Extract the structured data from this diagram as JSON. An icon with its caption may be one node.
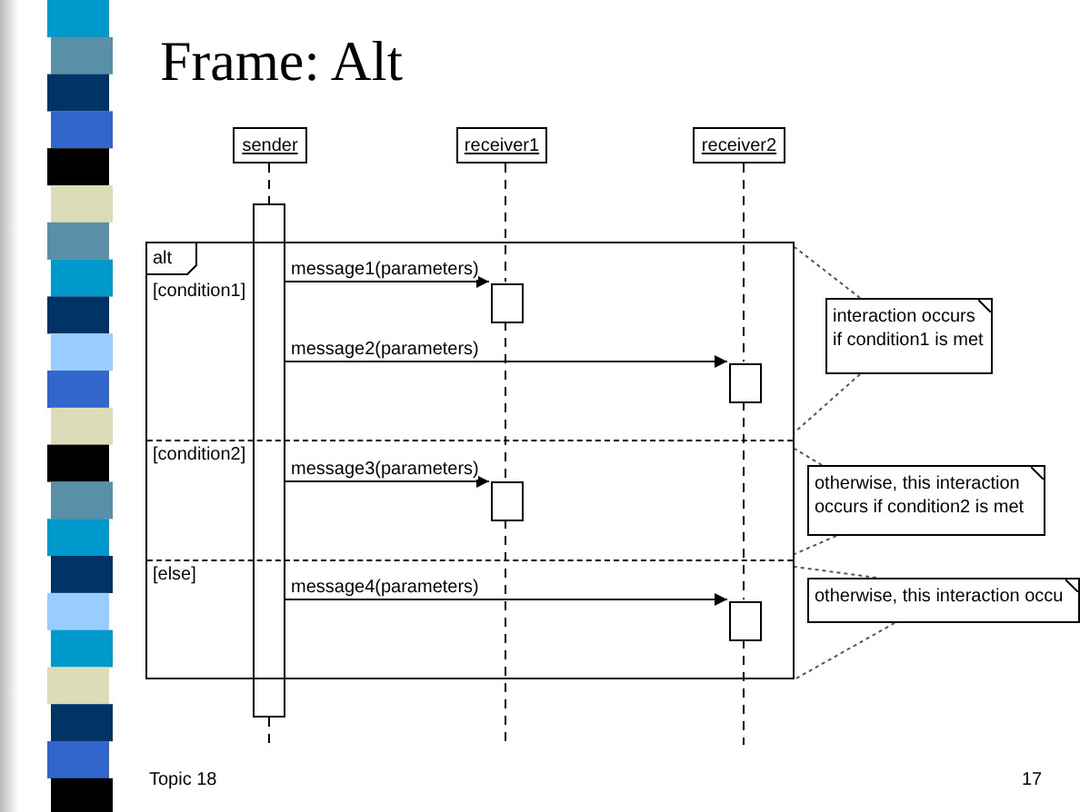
{
  "diagram": {
    "title": "Frame: Alt",
    "nodes": [
      {
        "text": [
          "sender"
        ]
      },
      {
        "text": [
          "receiver1"
        ]
      },
      {
        "text": [
          "receiver2"
        ]
      },
      {
        "text": [],
        "shape": "box"
      },
      {
        "text": [
          "alt",
          "[condition1]",
          "[condition2]",
          "[else]"
        ]
      },
      {
        "text": [],
        "shape": "box",
        "in": 4
      },
      {
        "text": [],
        "shape": "box",
        "in": 4
      },
      {
        "text": [],
        "shape": "box",
        "in": 4
      },
      {
        "text": [],
        "shape": "box",
        "in": 4
      },
      {
        "text": [
          "interaction occurs if condition1 is met"
        ]
      },
      {
        "text": [
          "otherwise, this interaction occurs if condition2 is met"
        ]
      },
      {
        "text": [
          "otherwise, this interaction occu"
        ]
      }
    ],
    "edges": [
      {
        "from": 0,
        "to": 3,
        "arrow": "none",
        "style": "dashed"
      },
      {
        "from": 3,
        "to": null,
        "arrow": "none",
        "style": "dashed"
      },
      {
        "from": 1,
        "to": 5,
        "arrow": "none",
        "style": "dashed"
      },
      {
        "from": 5,
        "to": 7,
        "arrow": "none",
        "style": "dashed"
      },
      {
        "from": 7,
        "to": null,
        "arrow": "none",
        "style": "dashed"
      },
      {
        "from": 2,
        "to": 6,
        "arrow": "none",
        "style": "dashed"
      },
      {
        "from": 6,
        "to": 8,
        "arrow": "none",
        "style": "dashed"
      },
      {
        "from": 8,
        "to": null,
        "arrow": "none",
        "style": "dashed"
      },
      {
        "from": 3,
        "to": 5,
        "arrow": "to",
        "label": "message1(parameters)"
      },
      {
        "from": 3,
        "to": 6,
        "arrow": "to",
        "label": "message2(parameters)"
      },
      {
        "from": 3,
        "to": 7,
        "arrow": "to",
        "label": "message3(parameters)"
      },
      {
        "from": 3,
        "to": 8,
        "arrow": "to",
        "label": "message4(parameters)"
      },
      {
        "from": 9,
        "to": 4,
        "arrow": "none",
        "style": "dashed",
        "color": "#555555"
      },
      {
        "from": 9,
        "to": 4,
        "arrow": "none",
        "style": "dashed",
        "color": "#555555"
      },
      {
        "from": 10,
        "to": 4,
        "arrow": "none",
        "style": "dashed",
        "color": "#555555"
      },
      {
        "from": 10,
        "to": 4,
        "arrow": "none",
        "style": "dashed",
        "color": "#555555"
      },
      {
        "from": 11,
        "to": 4,
        "arrow": "none",
        "style": "dashed",
        "color": "#555555"
      },
      {
        "from": 11,
        "to": 4,
        "arrow": "none",
        "style": "dashed",
        "color": "#555555"
      }
    ],
    "labels": [
      "Topic 18",
      "17"
    ]
  }
}
